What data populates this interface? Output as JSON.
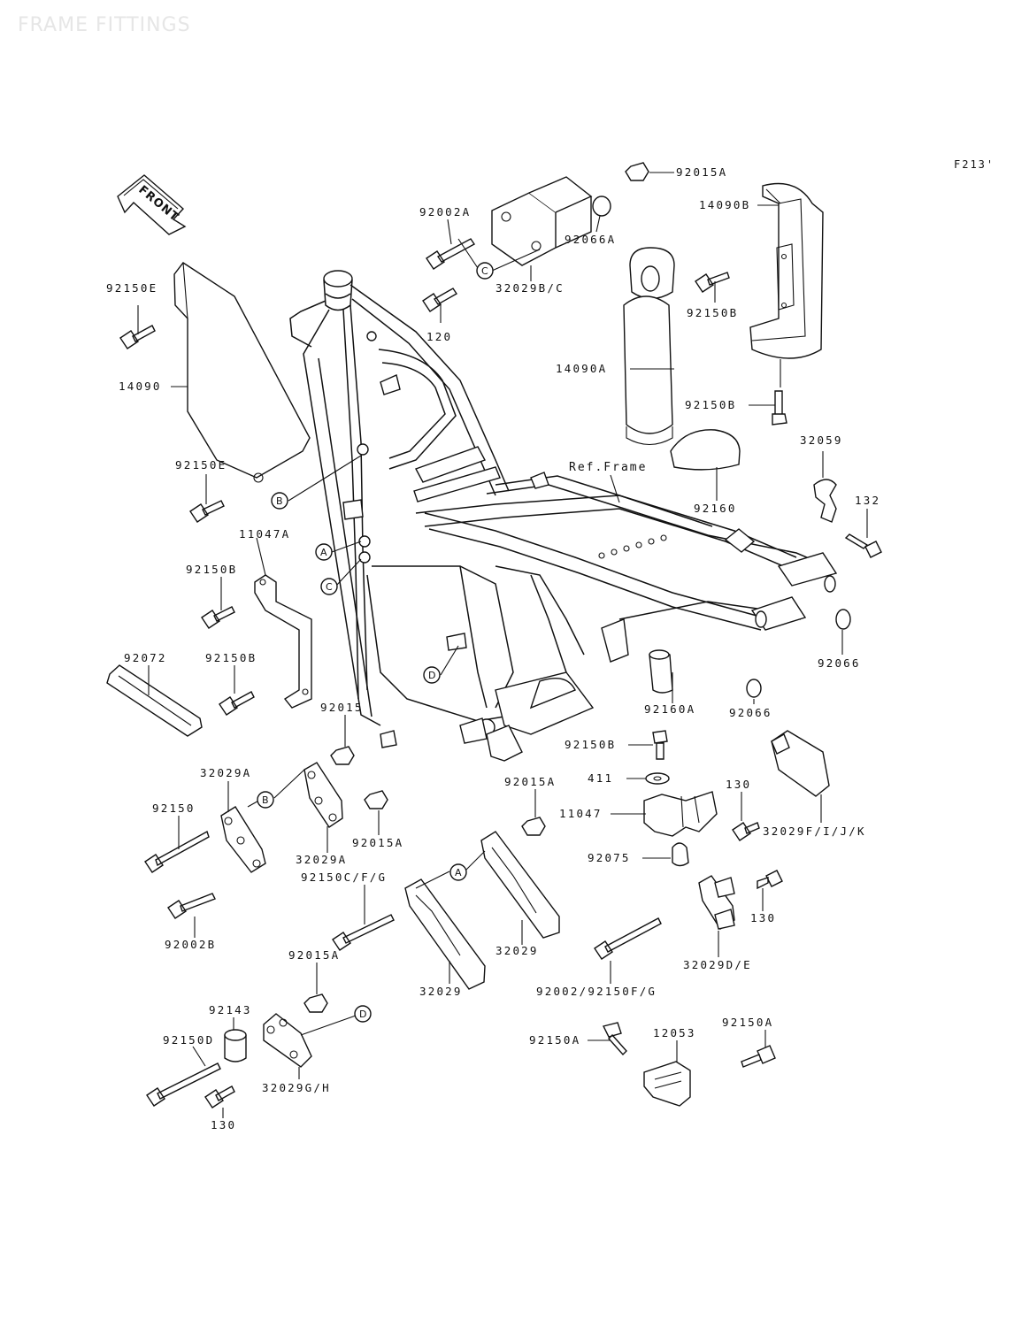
{
  "header": {
    "title": "FRAME FITTINGS",
    "figure_code": "F213'"
  },
  "front_arrow": {
    "text": "FRONT",
    "icon": "front-arrow-icon"
  },
  "ref_frame": "Ref.Frame",
  "callouts": [
    "A",
    "B",
    "C",
    "D"
  ],
  "parts": [
    {
      "id": "p1",
      "label": "92015A"
    },
    {
      "id": "p2",
      "label": "92002A"
    },
    {
      "id": "p3",
      "label": "92066A"
    },
    {
      "id": "p4",
      "label": "32029B/C"
    },
    {
      "id": "p5",
      "label": "120"
    },
    {
      "id": "p6",
      "label": "14090B"
    },
    {
      "id": "p7",
      "label": "92150B"
    },
    {
      "id": "p8",
      "label": "14090A"
    },
    {
      "id": "p9",
      "label": "92150B"
    },
    {
      "id": "p10",
      "label": "92150E"
    },
    {
      "id": "p11",
      "label": "14090"
    },
    {
      "id": "p12",
      "label": "92150E"
    },
    {
      "id": "p13",
      "label": "32059"
    },
    {
      "id": "p14",
      "label": "132"
    },
    {
      "id": "p15",
      "label": "92160"
    },
    {
      "id": "p16",
      "label": "11047A"
    },
    {
      "id": "p17",
      "label": "92150B"
    },
    {
      "id": "p18",
      "label": "92072"
    },
    {
      "id": "p19",
      "label": "92150B"
    },
    {
      "id": "p20",
      "label": "92066"
    },
    {
      "id": "p21",
      "label": "92160A"
    },
    {
      "id": "p22",
      "label": "92066"
    },
    {
      "id": "p23",
      "label": "92015"
    },
    {
      "id": "p24",
      "label": "92150B"
    },
    {
      "id": "p25",
      "label": "411"
    },
    {
      "id": "p26",
      "label": "32029A"
    },
    {
      "id": "p27",
      "label": "130"
    },
    {
      "id": "p28",
      "label": "92015A"
    },
    {
      "id": "p29",
      "label": "11047"
    },
    {
      "id": "p30",
      "label": "32029F/I/J/K"
    },
    {
      "id": "p31",
      "label": "92150"
    },
    {
      "id": "p32",
      "label": "92015A"
    },
    {
      "id": "p33",
      "label": "32029A"
    },
    {
      "id": "p34",
      "label": "92075"
    },
    {
      "id": "p35",
      "label": "92150C/F/G"
    },
    {
      "id": "p36",
      "label": "130"
    },
    {
      "id": "p37",
      "label": "92002B"
    },
    {
      "id": "p38",
      "label": "32029"
    },
    {
      "id": "p39",
      "label": "32029D/E"
    },
    {
      "id": "p40",
      "label": "92015A"
    },
    {
      "id": "p41",
      "label": "32029"
    },
    {
      "id": "p42",
      "label": "92002/92150F/G"
    },
    {
      "id": "p43",
      "label": "92143"
    },
    {
      "id": "p44",
      "label": "92150D"
    },
    {
      "id": "p45",
      "label": "92150A"
    },
    {
      "id": "p46",
      "label": "12053"
    },
    {
      "id": "p47",
      "label": "92150A"
    },
    {
      "id": "p48",
      "label": "32029G/H"
    },
    {
      "id": "p49",
      "label": "130"
    }
  ]
}
